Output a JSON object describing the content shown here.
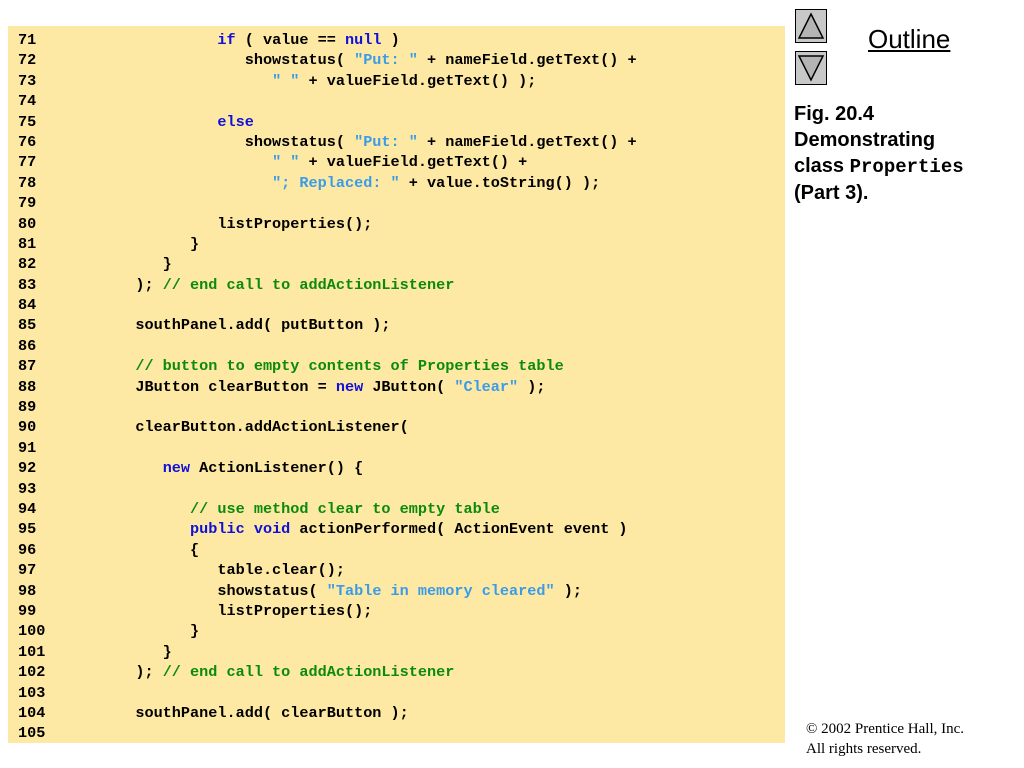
{
  "nav": {
    "up_icon": "triangle-up-icon",
    "down_icon": "triangle-down-icon",
    "outline_label": "Outline"
  },
  "caption": {
    "line1": "Fig. 20.4",
    "line2": "Demonstrating",
    "line3_prefix": "class ",
    "line3_mono": "Properties",
    "line4": "(Part 3)."
  },
  "footer": {
    "copyright": "© 2002 Prentice Hall, Inc.",
    "rights": "All rights reserved."
  },
  "colors": {
    "panel_bg": "#fde9a3",
    "keyword": "#1010d8",
    "string": "#3a9be8",
    "comment": "#0b8a0b"
  },
  "code": {
    "lines": [
      {
        "num": "71",
        "tokens": [
          {
            "t": "            ",
            "c": "pl"
          },
          {
            "t": "if",
            "c": "kw"
          },
          {
            "t": " ( value == ",
            "c": "pl"
          },
          {
            "t": "null",
            "c": "kw"
          },
          {
            "t": " )",
            "c": "pl"
          }
        ]
      },
      {
        "num": "72",
        "tokens": [
          {
            "t": "               showstatus( ",
            "c": "pl"
          },
          {
            "t": "\"Put: \"",
            "c": "str"
          },
          {
            "t": " + nameField.getText() +",
            "c": "pl"
          }
        ]
      },
      {
        "num": "73",
        "tokens": [
          {
            "t": "                  ",
            "c": "pl"
          },
          {
            "t": "\" \"",
            "c": "str"
          },
          {
            "t": " + valueField.getText() );",
            "c": "pl"
          }
        ]
      },
      {
        "num": "74",
        "tokens": []
      },
      {
        "num": "75",
        "tokens": [
          {
            "t": "            ",
            "c": "pl"
          },
          {
            "t": "else",
            "c": "kw"
          }
        ]
      },
      {
        "num": "76",
        "tokens": [
          {
            "t": "               showstatus( ",
            "c": "pl"
          },
          {
            "t": "\"Put: \"",
            "c": "str"
          },
          {
            "t": " + nameField.getText() +",
            "c": "pl"
          }
        ]
      },
      {
        "num": "77",
        "tokens": [
          {
            "t": "                  ",
            "c": "pl"
          },
          {
            "t": "\" \"",
            "c": "str"
          },
          {
            "t": " + valueField.getText() +",
            "c": "pl"
          }
        ]
      },
      {
        "num": "78",
        "tokens": [
          {
            "t": "                  ",
            "c": "pl"
          },
          {
            "t": "\"; Replaced: \"",
            "c": "str"
          },
          {
            "t": " + value.toString() );",
            "c": "pl"
          }
        ]
      },
      {
        "num": "79",
        "tokens": []
      },
      {
        "num": "80",
        "tokens": [
          {
            "t": "            listProperties();",
            "c": "pl"
          }
        ]
      },
      {
        "num": "81",
        "tokens": [
          {
            "t": "         }",
            "c": "pl"
          }
        ]
      },
      {
        "num": "82",
        "tokens": [
          {
            "t": "      }",
            "c": "pl"
          }
        ]
      },
      {
        "num": "83",
        "tokens": [
          {
            "t": "   ); ",
            "c": "pl"
          },
          {
            "t": "// end call to addActionListener",
            "c": "cm"
          }
        ]
      },
      {
        "num": "84",
        "tokens": []
      },
      {
        "num": "85",
        "tokens": [
          {
            "t": "   southPanel.add( putButton );",
            "c": "pl"
          }
        ]
      },
      {
        "num": "86",
        "tokens": []
      },
      {
        "num": "87",
        "tokens": [
          {
            "t": "   ",
            "c": "pl"
          },
          {
            "t": "// button to empty contents of Properties table",
            "c": "cm"
          }
        ]
      },
      {
        "num": "88",
        "tokens": [
          {
            "t": "   JButton clearButton = ",
            "c": "pl"
          },
          {
            "t": "new",
            "c": "kw"
          },
          {
            "t": " JButton( ",
            "c": "pl"
          },
          {
            "t": "\"Clear\"",
            "c": "str"
          },
          {
            "t": " );",
            "c": "pl"
          }
        ]
      },
      {
        "num": "89",
        "tokens": []
      },
      {
        "num": "90",
        "tokens": [
          {
            "t": "   clearButton.addActionListener(",
            "c": "pl"
          }
        ]
      },
      {
        "num": "91",
        "tokens": []
      },
      {
        "num": "92",
        "tokens": [
          {
            "t": "      ",
            "c": "pl"
          },
          {
            "t": "new",
            "c": "kw"
          },
          {
            "t": " ActionListener() {",
            "c": "pl"
          }
        ]
      },
      {
        "num": "93",
        "tokens": []
      },
      {
        "num": "94",
        "tokens": [
          {
            "t": "         ",
            "c": "pl"
          },
          {
            "t": "// use method clear to empty table",
            "c": "cm"
          }
        ]
      },
      {
        "num": "95",
        "tokens": [
          {
            "t": "         ",
            "c": "pl"
          },
          {
            "t": "public",
            "c": "kw"
          },
          {
            "t": " ",
            "c": "pl"
          },
          {
            "t": "void",
            "c": "kw"
          },
          {
            "t": " actionPerformed( ActionEvent event )",
            "c": "pl"
          }
        ]
      },
      {
        "num": "96",
        "tokens": [
          {
            "t": "         {",
            "c": "pl"
          }
        ]
      },
      {
        "num": "97",
        "tokens": [
          {
            "t": "            table.clear();",
            "c": "pl"
          }
        ]
      },
      {
        "num": "98",
        "tokens": [
          {
            "t": "            showstatus( ",
            "c": "pl"
          },
          {
            "t": "\"Table in memory cleared\"",
            "c": "str"
          },
          {
            "t": " );",
            "c": "pl"
          }
        ]
      },
      {
        "num": "99",
        "tokens": [
          {
            "t": "            listProperties();",
            "c": "pl"
          }
        ]
      },
      {
        "num": "100",
        "tokens": [
          {
            "t": "         }",
            "c": "pl"
          }
        ]
      },
      {
        "num": "101",
        "tokens": [
          {
            "t": "      }",
            "c": "pl"
          }
        ]
      },
      {
        "num": "102",
        "tokens": [
          {
            "t": "   ); ",
            "c": "pl"
          },
          {
            "t": "// end call to addActionListener",
            "c": "cm"
          }
        ]
      },
      {
        "num": "103",
        "tokens": []
      },
      {
        "num": "104",
        "tokens": [
          {
            "t": "   southPanel.add( clearButton );",
            "c": "pl"
          }
        ]
      },
      {
        "num": "105",
        "tokens": []
      }
    ]
  }
}
